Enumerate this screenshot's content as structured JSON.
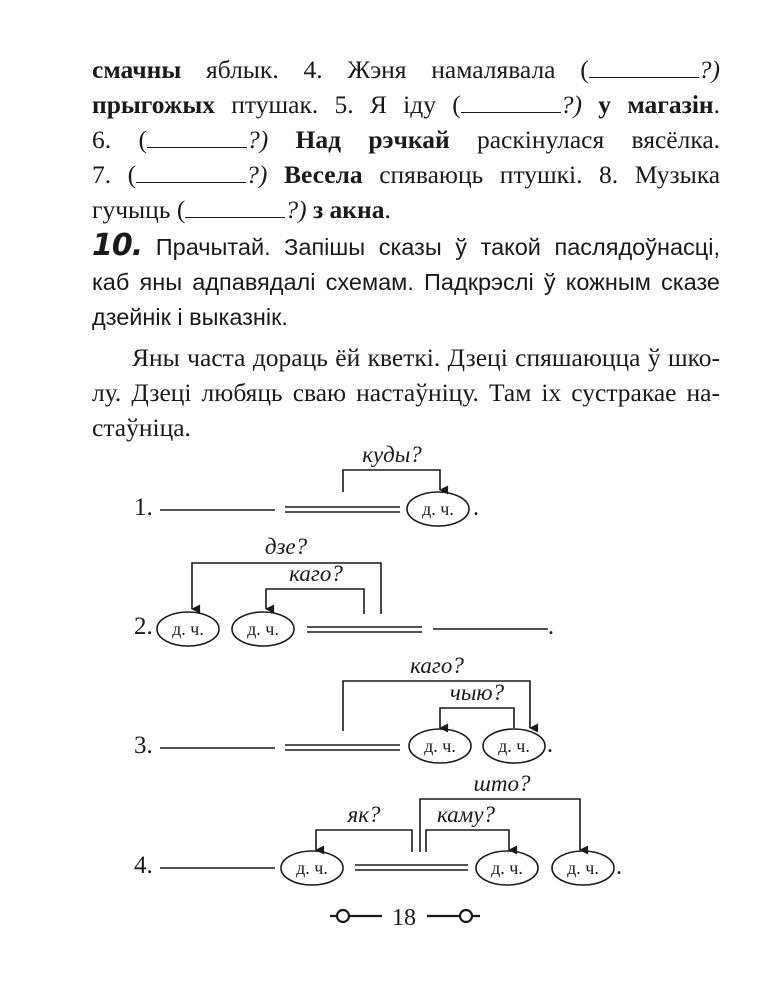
{
  "top_text": {
    "line1": {
      "w1": "смачны",
      "w2": "яблык. 4. Жэня намалявала (",
      "q": "?)"
    },
    "line2": {
      "w1": "прыгожых",
      "w2": "птушак. 5. Я іду (",
      "q": "?)",
      "w3": "у магазін",
      "dot": "."
    },
    "line3": {
      "w1": "6. (",
      "q": "?)",
      "w2": "Над рэчкай",
      "w3": "раскінулася вясёлка."
    },
    "line4": {
      "w1": "7. (",
      "q": "?)",
      "w2": "Весела",
      "w3": "спяваюць птушкі. 8. Музыка"
    },
    "line5": {
      "w1": "гучыць (",
      "q": "?)",
      "w2": "з акна",
      "dot": "."
    }
  },
  "task": {
    "number": "10.",
    "line1": "Прачытай. Запішы сказы ў такой паслядоўнасці,",
    "line2": "каб яны адпавядалі схемам. Падкрэслі ў кожным сказе",
    "line3": "дзейнік і выказнік."
  },
  "reading": {
    "line1": "Яны часта дораць ёй кветкі. Дзеці спяшаюцца ў шко-",
    "line2": "лу. Дзеці любяць сваю настаўніцу. Там іх сустракае на-",
    "line3": "стаўніца."
  },
  "schemes": {
    "n1": "1.",
    "n2": "2.",
    "n3": "3.",
    "n4": "4.",
    "dch": "д. ч.",
    "q_kudy": "куды?",
    "q_dze": "дзе?",
    "q_kago": "каго?",
    "q_chyju": "чыю?",
    "q_shto": "што?",
    "q_jak": "як?",
    "q_kamu": "каму?",
    "dot": "."
  },
  "footer": {
    "page_number": "18"
  }
}
